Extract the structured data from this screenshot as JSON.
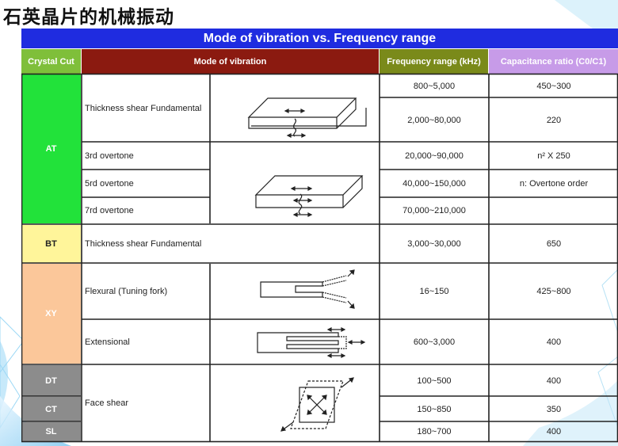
{
  "page": {
    "title": "石英晶片的机械振动"
  },
  "table": {
    "title": "Mode of vibration vs. Frequency range",
    "columns": {
      "cut": "Crystal Cut",
      "mode": "Mode of vibration",
      "freq": "Frequency range (kHz)",
      "cap": "Capacitance ratio (C0/C1)"
    },
    "cuts": {
      "at": "AT",
      "bt": "BT",
      "xy": "XY",
      "dt": "DT",
      "ct": "CT",
      "sl": "SL"
    },
    "rows": {
      "at_fund": {
        "mode": "Thickness shear Fundamental",
        "freq1": "800~5,000",
        "cap1": "450~300",
        "freq2": "2,000~80,000",
        "cap2": "220"
      },
      "at_3rd": {
        "mode": "3rd overtone",
        "freq": "20,000~90,000",
        "cap": "n² X 250"
      },
      "at_5th": {
        "mode": "5rd overtone",
        "freq": "40,000~150,000",
        "cap": "n: Overtone order"
      },
      "at_7th": {
        "mode": "7rd overtone",
        "freq": "70,000~210,000",
        "cap": ""
      },
      "bt": {
        "mode": "Thickness shear Fundamental",
        "freq": "3,000~30,000",
        "cap": "650"
      },
      "xy_flex": {
        "mode": "Flexural (Tuning fork)",
        "freq": "16~150",
        "cap": "425~800"
      },
      "xy_ext": {
        "mode": "Extensional",
        "freq": "600~3,000",
        "cap": "400"
      },
      "face": {
        "mode": "Face shear"
      },
      "dt": {
        "freq": "100~500",
        "cap": "400"
      },
      "ct": {
        "freq": "150~850",
        "cap": "350"
      },
      "sl": {
        "freq": "180~700",
        "cap": "400"
      }
    }
  },
  "colors": {
    "title_bar": "#1f2ce0",
    "cut_header": "#7fbf3a",
    "mode_header": "#8b1a10",
    "freq_header": "#7a8a1a",
    "cap_header": "#c79be8",
    "at": "#22e23a",
    "bt": "#fff59a",
    "xy": "#fbc79a",
    "dt_ct_sl": "#8c8c8c"
  }
}
